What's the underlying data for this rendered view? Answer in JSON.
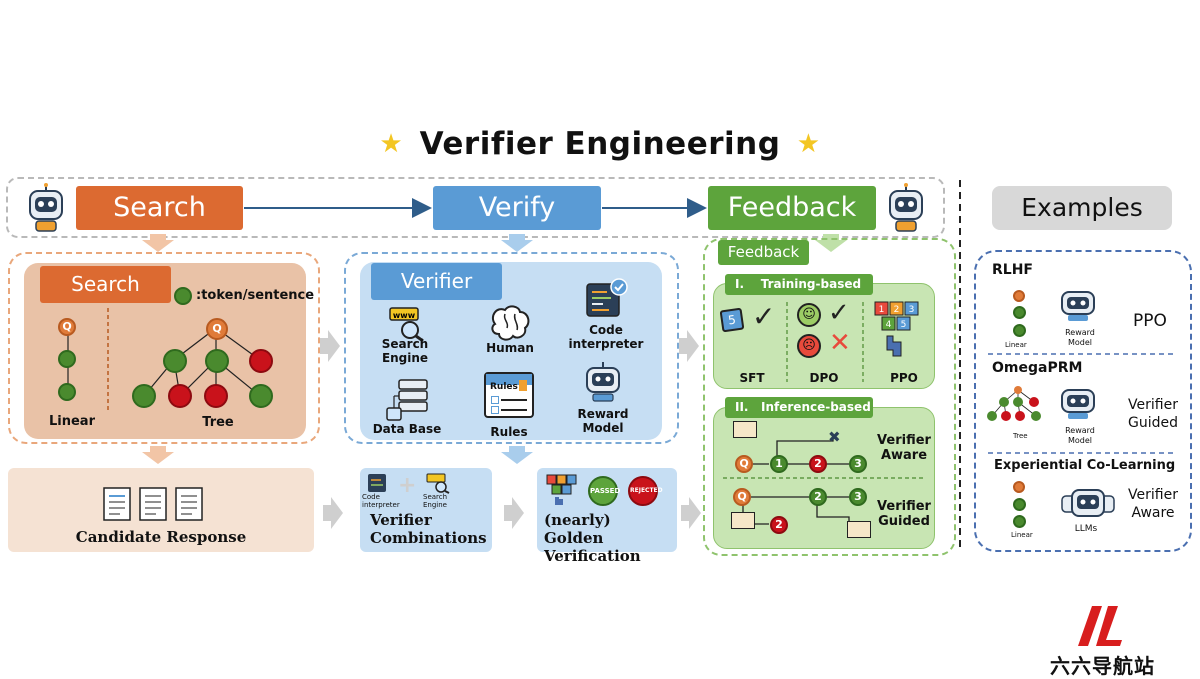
{
  "title": "Verifier Engineering",
  "stages": {
    "search": "Search",
    "verify": "Verify",
    "feedback": "Feedback"
  },
  "search_panel": {
    "tag": "Search",
    "legend": ":token/sentence",
    "q": "Q",
    "linear": "Linear",
    "tree": "Tree"
  },
  "verifier_panel": {
    "tag": "Verifier",
    "items": [
      "Search Engine",
      "Human",
      "Code interpreter",
      "Data Base",
      "Rules",
      "Reward Model"
    ],
    "rules_card": "Rules"
  },
  "feedback_panel": {
    "tag": "Feedback",
    "training": "I.    Training-based",
    "training_items": [
      "SFT",
      "DPO",
      "PPO"
    ],
    "inference": "II.   Inference-based",
    "verifier_aware": "Verifier Aware",
    "verifier_guided": "Verifier Guided",
    "nodes": [
      "Q",
      "1",
      "2",
      "3"
    ]
  },
  "bottom": {
    "candidate": "Candidate Response",
    "combo_title": "Verifier Combinations",
    "combo_code": "Code interpreter",
    "combo_search": "Search Engine",
    "golden": "(nearly) Golden Verification",
    "passed": "PASSED",
    "rejected": "REJECTED"
  },
  "examples": {
    "title": "Examples",
    "rlhf": {
      "name": "RLHF",
      "tree": "Linear",
      "model": "Reward Model",
      "method": "PPO"
    },
    "omega": {
      "name": "OmegaPRM",
      "tree": "Tree",
      "model": "Reward Model",
      "method": "Verifier Guided"
    },
    "ecl": {
      "name": "Experiential Co-Learning",
      "tree": "Linear",
      "model": "LLMs",
      "method": "Verifier Aware"
    }
  },
  "watermark": {
    "text": "六六导航站"
  },
  "colors": {
    "search": "#dc6a31",
    "verify": "#5a9bd5",
    "feedback": "#5da43c",
    "examples_bg": "#d8d8d8"
  },
  "icons": [
    "star-icon",
    "robot-icon",
    "green-token-icon",
    "www-magnifier-icon",
    "brain-icon",
    "code-window-icon",
    "database-icon",
    "rules-card-icon",
    "robot-reward-icon",
    "document-icon",
    "plus-icon",
    "badge-icon",
    "checkmark-icon",
    "smiley-icon",
    "sad-face-icon",
    "x-mark-icon",
    "number-blocks-icon",
    "envelope-icon",
    "tool-icon"
  ]
}
